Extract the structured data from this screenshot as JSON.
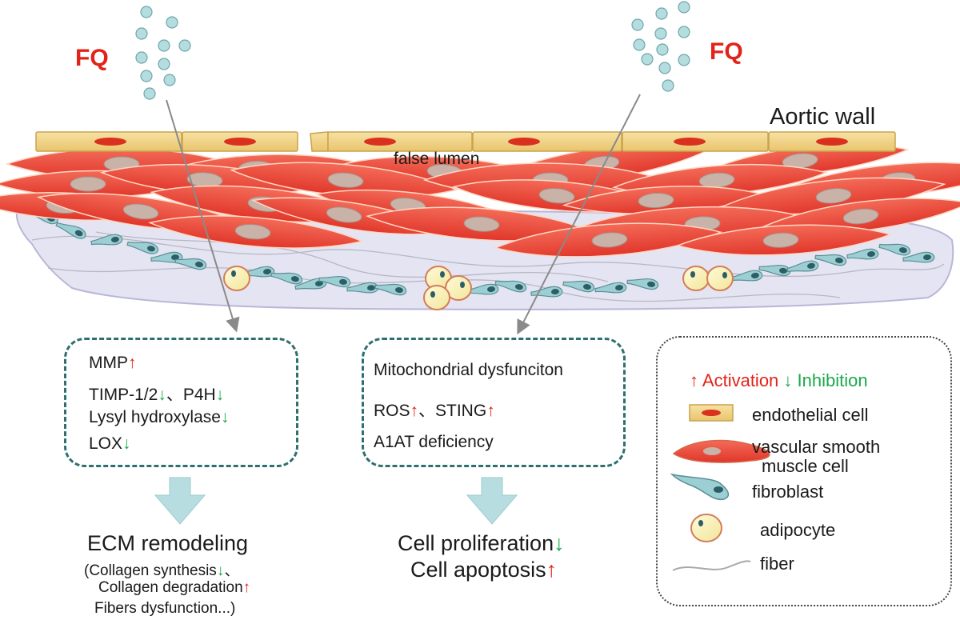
{
  "fq_left": "FQ",
  "fq_right": "FQ",
  "aortic_wall": "Aortic wall",
  "false_lumen": "false lumen",
  "arrow_up": "↑",
  "arrow_down": "↓",
  "box_left": {
    "items": [
      {
        "text": "MMP",
        "arrow": "up"
      },
      {
        "text": "TIMP-1/2",
        "arrow": "down",
        "sep": "、",
        "text2": "P4H",
        "arrow2": "down"
      },
      {
        "text": "Lysyl hydroxylase",
        "arrow": "down"
      },
      {
        "text": "LOX",
        "arrow": "down"
      }
    ]
  },
  "box_center": {
    "items": [
      {
        "text": "Mitochondrial dysfunciton"
      },
      {
        "text": "ROS",
        "arrow": "up",
        "sep": "、",
        "text2": "STING",
        "arrow2": "up"
      },
      {
        "text": "A1AT deficiency"
      }
    ]
  },
  "outcome_left": {
    "title": "ECM remodeling",
    "line1": "(Collagen synthesis",
    "line1_end": "、",
    "line2": "Collagen degradation",
    "line3": "Fibers dysfunction...)"
  },
  "outcome_center": {
    "line1": "Cell proliferation",
    "line2": "Cell apoptosis"
  },
  "legend": {
    "activation": "Activation",
    "inhibition": "Inhibition",
    "items": [
      "endothelial cell",
      "vascular smooth",
      "muscle  cell",
      "fibroblast",
      "adipocyte",
      "fiber"
    ]
  },
  "colors": {
    "activation": "#e2231a",
    "inhibition": "#1aa84b",
    "endothelial": "#f3d58a",
    "smooth_muscle": "#ee4a3a",
    "fibroblast": "#9ccfd3",
    "adipocyte": "#fbf3b6",
    "molecule": "#b5dcde",
    "box_border": "#2f6f6f"
  }
}
